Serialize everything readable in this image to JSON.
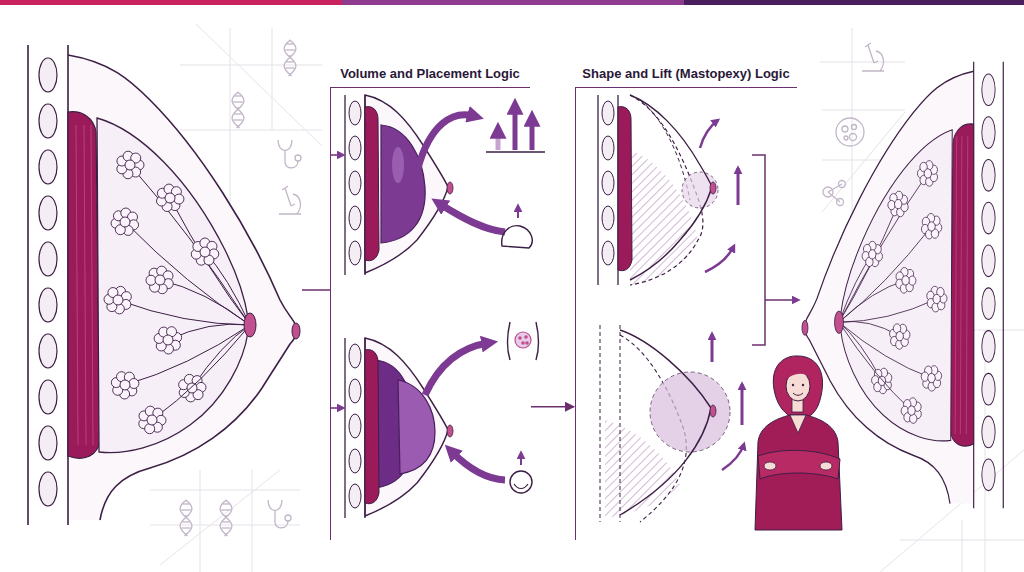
{
  "diagram": {
    "nodes": [
      {
        "text": [
          "Volume and Placement Logic"
        ]
      },
      {
        "text": [
          "Shape and Lift (Mastopexy) Logic"
        ]
      }
    ],
    "edges": [
      {
        "from": 0,
        "to": 1,
        "arrow": "to"
      }
    ]
  }
}
